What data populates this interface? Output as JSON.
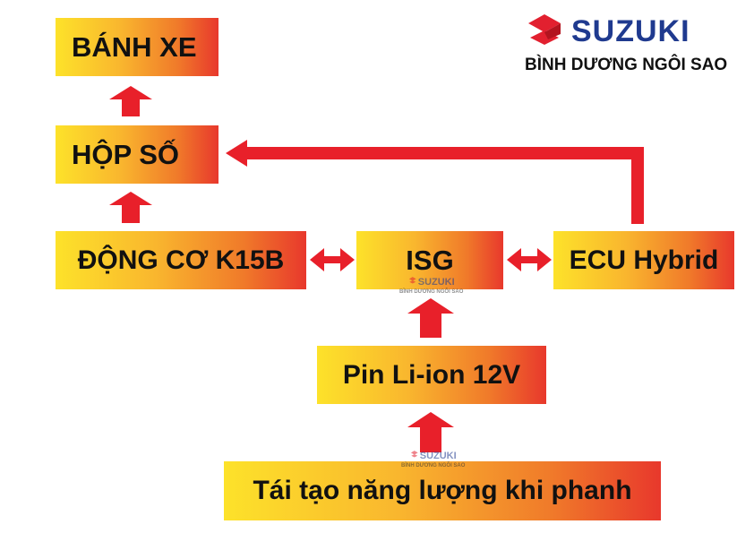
{
  "logo": {
    "brand": "SUZUKI",
    "dealer": "BÌNH DƯƠNG NGÔI SAO",
    "brand_color": "#1f3a8f",
    "mark_color": "#e2202f"
  },
  "nodes": {
    "banh_xe": "BÁNH XE",
    "hop_so": "HỘP SỐ",
    "dong_co": "ĐỘNG CƠ K15B",
    "isg": "ISG",
    "ecu": "ECU Hybrid",
    "pin": "Pin Li-ion 12V",
    "tai_tao": "Tái tạo năng lượng khi phanh"
  },
  "watermarks": [
    {
      "brand": "SUZUKI",
      "dealer": "BÌNH DƯƠNG NGÔI SAO"
    },
    {
      "brand": "SUZUKI",
      "dealer": "BÌNH DƯƠNG NGÔI SAO"
    }
  ],
  "colors": {
    "arrow": "#e8202a",
    "box_gradient": [
      "#fde22a",
      "#f9b62e",
      "#f07a2a",
      "#e8382c"
    ]
  }
}
